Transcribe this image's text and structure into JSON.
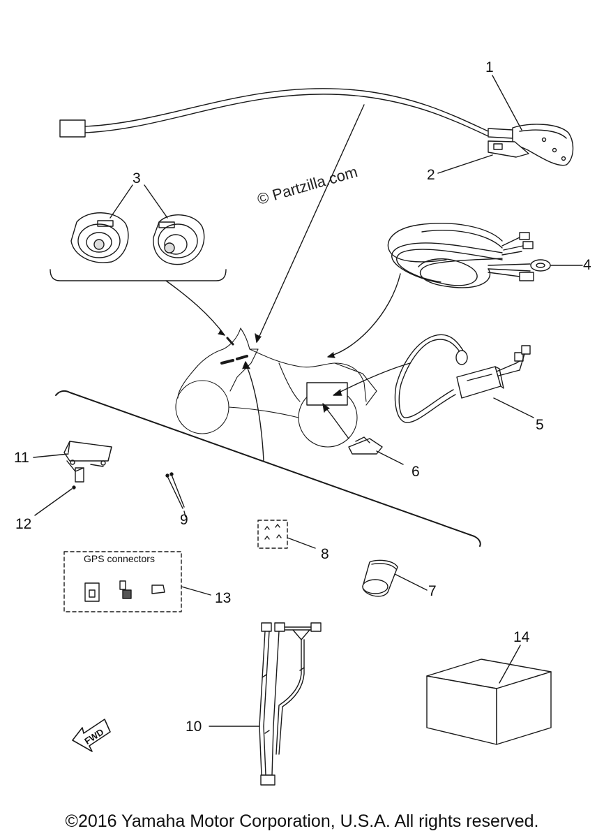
{
  "watermark": "© Partzilla.com",
  "callouts": [
    "1",
    "2",
    "3",
    "4",
    "5",
    "6",
    "7",
    "8",
    "9",
    "10",
    "11",
    "12",
    "13",
    "14"
  ],
  "gps_label": "GPS connectors",
  "fwd_label": "FWD",
  "copyright": "©2016 Yamaha Motor Corporation, U.S.A. All rights reserved."
}
